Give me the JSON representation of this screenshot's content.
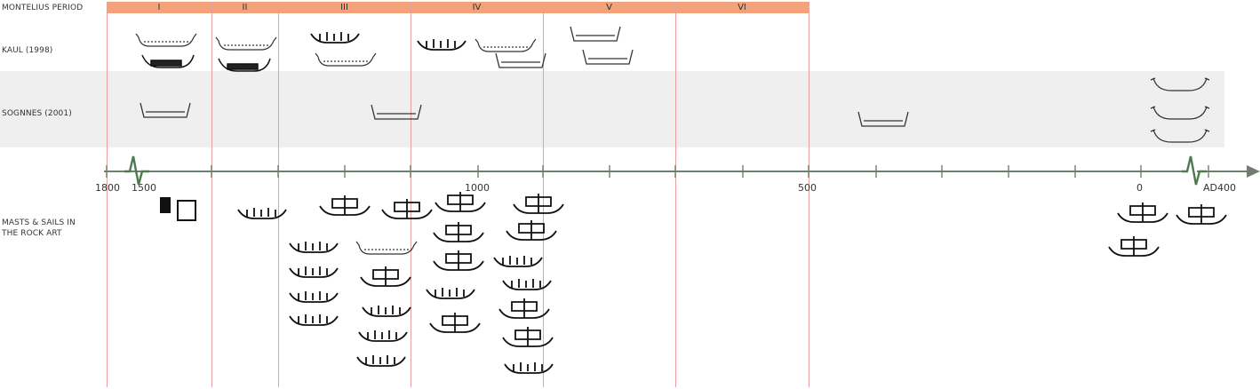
{
  "rows": {
    "montelius": "MONTELIUS PERIOD",
    "kaul": "KAUL (1998)",
    "sognnes": "SOGNNES (2001)",
    "masts_line1": "MASTS & SAILS IN",
    "masts_line2": "THE ROCK ART"
  },
  "periods": [
    "I",
    "II",
    "III",
    "IV",
    "V",
    "VI"
  ],
  "timeline": {
    "labels": [
      "1800",
      "1500",
      "1000",
      "500",
      "0",
      "AD400"
    ],
    "direction_icon": "arrow-right-icon",
    "break_icon": "axis-break-icon"
  },
  "colors": {
    "period_band": "#f4a27a",
    "period_divider": "#e7a0a0",
    "axis": "#6f7f6f",
    "axis_break": "#4f7a4f",
    "shaded_row": "#efefef"
  }
}
